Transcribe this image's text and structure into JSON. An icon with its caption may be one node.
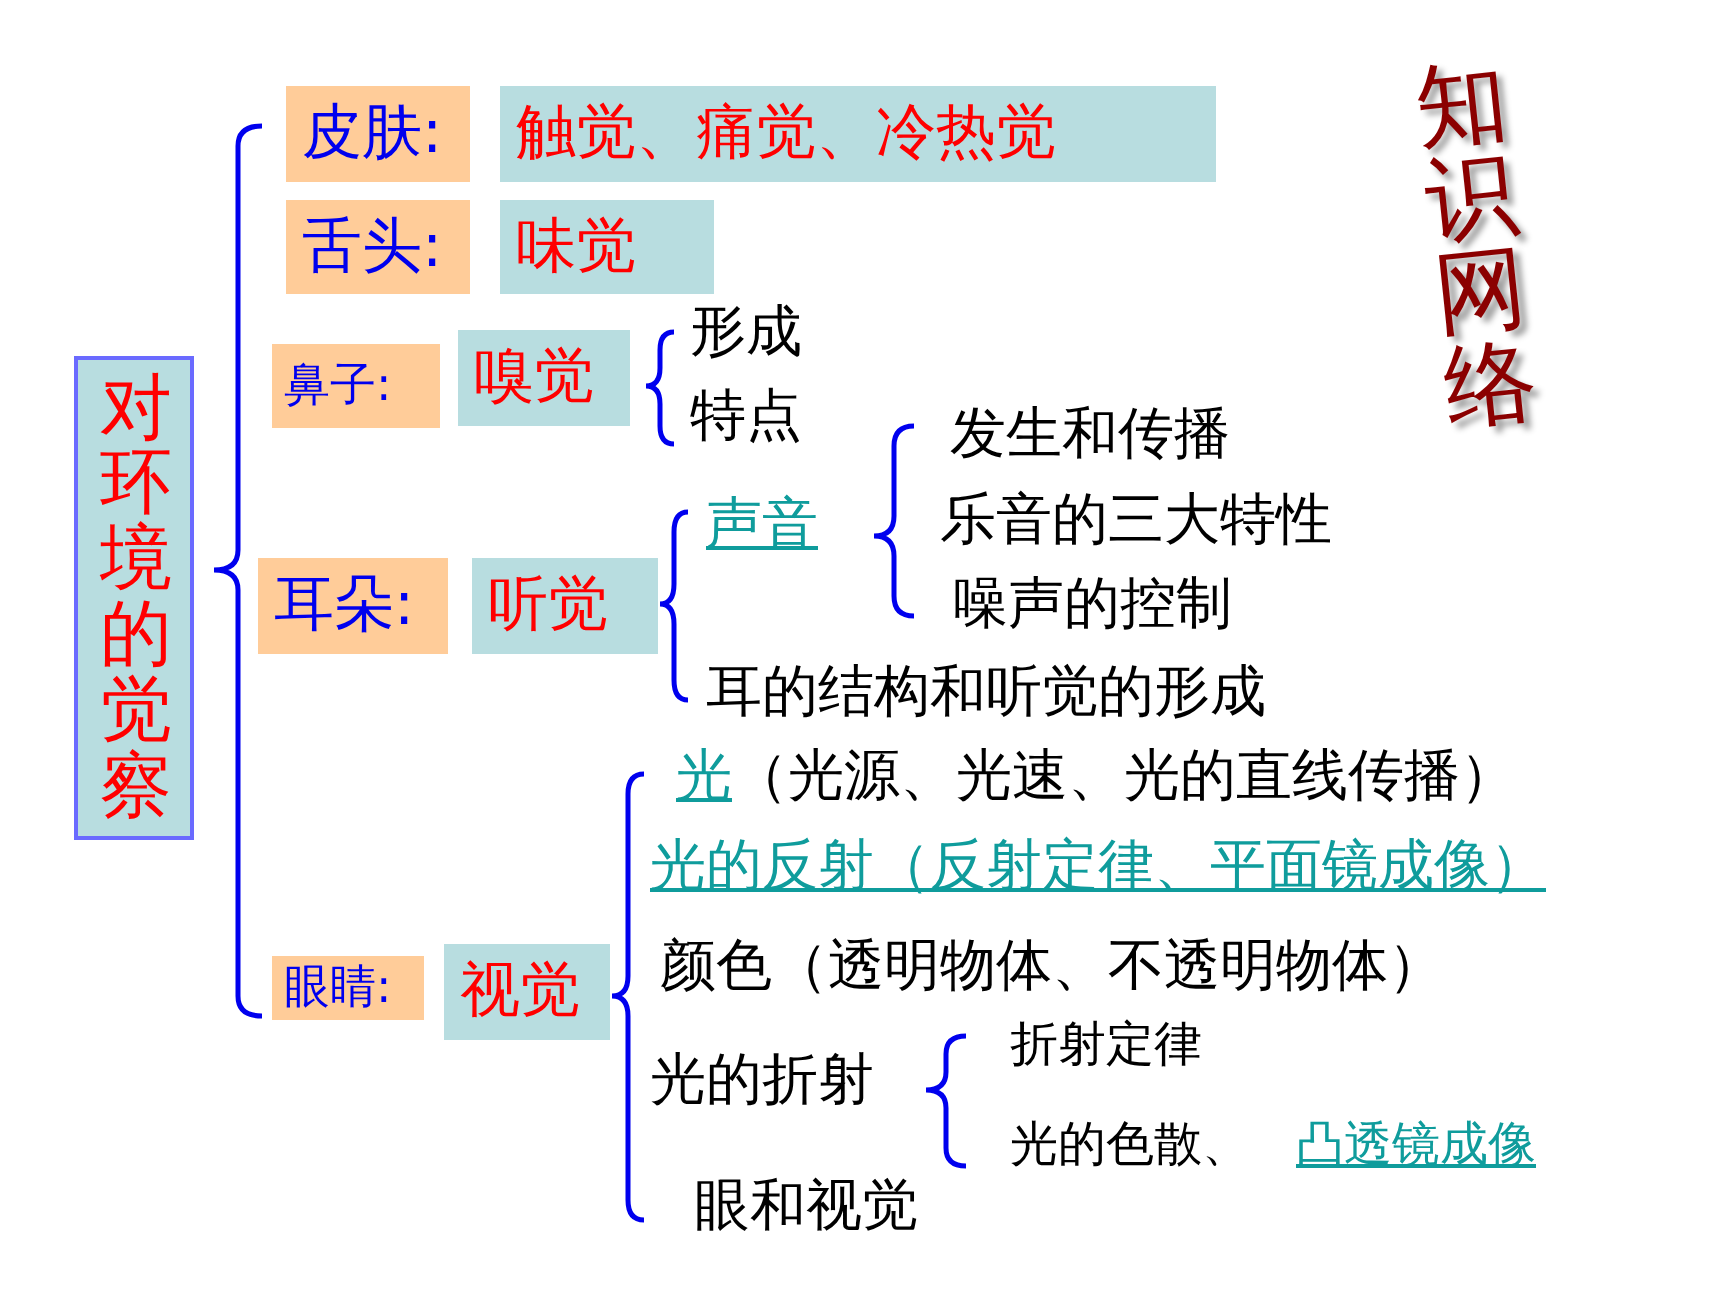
{
  "diagram": {
    "title": "知识网络",
    "nodes": [
      {
        "text": [
          "对环境的觉察"
        ]
      },
      {
        "text": [
          "皮肤:"
        ]
      },
      {
        "text": [
          "触觉、痛觉、冷热觉"
        ]
      },
      {
        "text": [
          "舌头:"
        ]
      },
      {
        "text": [
          "味觉"
        ]
      },
      {
        "text": [
          "鼻子:"
        ]
      },
      {
        "text": [
          "嗅觉"
        ]
      },
      {
        "text": [
          "耳朵:"
        ]
      },
      {
        "text": [
          "听觉"
        ]
      },
      {
        "text": [
          "眼睛:"
        ]
      },
      {
        "text": [
          "视觉"
        ]
      }
    ],
    "labels": [
      "形成",
      "特点",
      "发生和传播",
      "声音",
      "乐音的三大特性",
      "噪声的控制",
      "耳的结构和听觉的形成",
      "光",
      "（光源、光速、光的直线传播）",
      "光的反射（反射定律、平面镜成像）",
      "颜色（透明物体、不透明物体）",
      "折射定律",
      "光的折射",
      "光的色散、",
      "凸透镜成像",
      "眼和视觉"
    ]
  }
}
